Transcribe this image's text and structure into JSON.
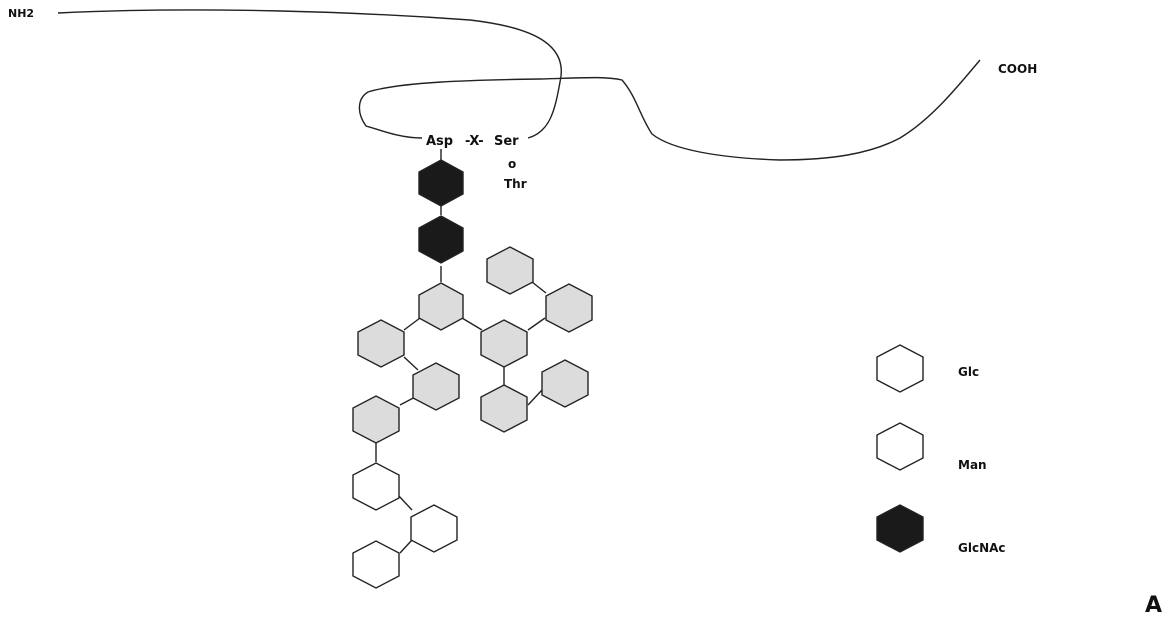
{
  "chain": {
    "n_terminus": "NH2",
    "c_terminus": "COOH",
    "sequon": {
      "residue_1": "Asp",
      "separator": "-X-",
      "residue_3": "Ser",
      "alt_conjunction": "o",
      "alt_residue": "Thr"
    }
  },
  "legend": {
    "items": [
      {
        "label": "Glc",
        "fill": "#ffffff"
      },
      {
        "label": "Man",
        "fill": "#ffffff"
      },
      {
        "label": "GlcNAc",
        "fill": "#1a1a1a"
      }
    ]
  },
  "colors": {
    "glcnac": "#1a1a1a",
    "man": "#dcdcdc",
    "glc": "#ffffff",
    "line": "#222222"
  },
  "panel_label": "A"
}
